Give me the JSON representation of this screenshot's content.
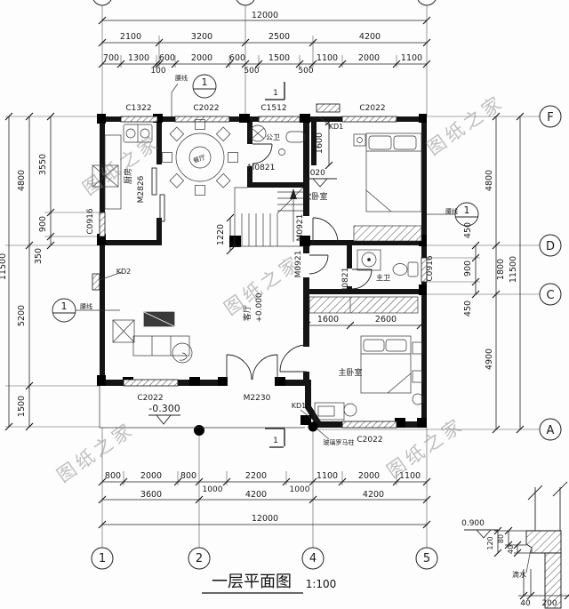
{
  "title": {
    "name": "一层平面图",
    "scale": "1:100"
  },
  "watermark": {
    "text": "图纸之家"
  },
  "grid": {
    "bottom": [
      "1",
      "2",
      "4",
      "5"
    ],
    "right": [
      "F",
      "D",
      "C",
      "A"
    ]
  },
  "dims": {
    "top1": "12000",
    "top2": [
      "2100",
      "3200",
      "2500",
      "4200"
    ],
    "top3": [
      "700",
      "1300",
      "600",
      "2000",
      "600",
      "1500",
      "1100",
      "2000",
      "1100"
    ],
    "top_sub": [
      "100",
      "500",
      "500"
    ],
    "bottom1": [
      "800",
      "2000",
      "800",
      "2200",
      "1100",
      "2000",
      "1100"
    ],
    "bottom_sub": [
      "1000",
      "1000"
    ],
    "bottom2": [
      "3600",
      "4200",
      "4200"
    ],
    "bottom3": "12000",
    "left1": "11500",
    "left2": [
      "4800",
      "5200",
      "1500"
    ],
    "left3": [
      "3550",
      "900",
      "350"
    ],
    "right1": [
      "450",
      "900",
      "450"
    ],
    "right2": [
      "4800",
      "1800",
      "4900"
    ],
    "right3": "11500",
    "stair_width": "1220",
    "kd_height": "1600",
    "wardrobe": [
      "1600",
      "2600"
    ]
  },
  "windows": {
    "c1322": "C1322",
    "c2022": "C2022",
    "c1512": "C1512",
    "c0916": "C0916"
  },
  "doors": {
    "m2826": "M2826",
    "m2230": "M2230",
    "m0821": "M0821",
    "m0921": "M0921",
    "kd1": "KD1",
    "kd2": "KD2"
  },
  "rooms": {
    "kitchen": "厨房",
    "dining": "餐厅",
    "living": "客厅",
    "public_bath": "公卫",
    "master_bath": "主卫",
    "bedroom2": "次卧室",
    "master_bedroom": "主卧室"
  },
  "levels": {
    "ground": "+0.000",
    "porch": "-0.300",
    "bedroom2": "1.020",
    "waistline": "0.900"
  },
  "annotations": {
    "waistline": "腰线",
    "roman_column": "玻璃罗马柱",
    "section_no": "1",
    "detail_no": "1"
  },
  "detail": {
    "d120": "120",
    "d80": "80",
    "d40": "40",
    "drip": "滴水",
    "b40": "40",
    "b200": "200"
  }
}
